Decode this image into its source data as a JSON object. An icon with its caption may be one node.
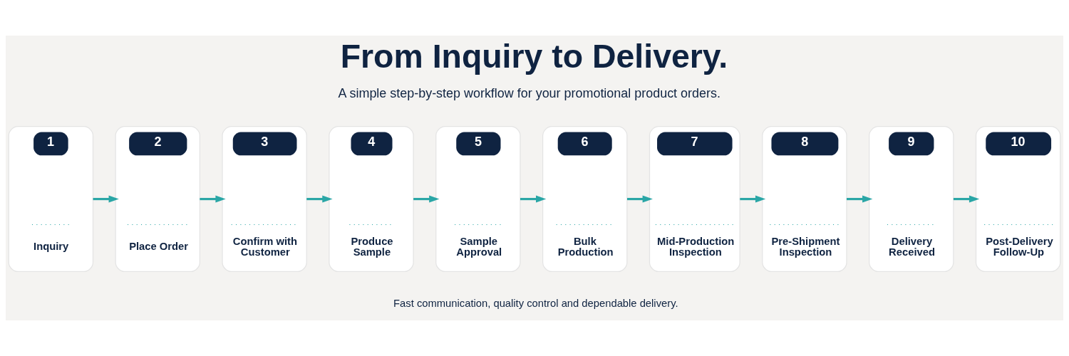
{
  "diagram": {
    "title": "From Inquiry to Delivery.",
    "nodes": [
      {
        "text": [
          "1",
          "Inquiry"
        ]
      },
      {
        "text": [
          "2",
          "Place Order"
        ]
      },
      {
        "text": [
          "3",
          "Confirm with Customer"
        ]
      },
      {
        "text": [
          "4",
          "Produce Sample"
        ]
      },
      {
        "text": [
          "5",
          "Sample Approval"
        ]
      },
      {
        "text": [
          "6",
          "Bulk Production"
        ]
      },
      {
        "text": [
          "7",
          "Mid-Production Inspection"
        ]
      },
      {
        "text": [
          "8",
          "Pre-Shipment Inspection"
        ]
      },
      {
        "text": [
          "9",
          "Delivery Received"
        ]
      },
      {
        "text": [
          "10",
          "Post-Delivery Follow-Up"
        ]
      }
    ],
    "edges": [
      {
        "from": 0,
        "to": 1,
        "arrow": "to"
      },
      {
        "from": 1,
        "to": 2,
        "arrow": "to"
      },
      {
        "from": 2,
        "to": 3,
        "arrow": "to"
      },
      {
        "from": 3,
        "to": 4,
        "arrow": "to"
      },
      {
        "from": 4,
        "to": 5,
        "arrow": "to"
      },
      {
        "from": 5,
        "to": 6,
        "arrow": "to"
      },
      {
        "from": 6,
        "to": 7,
        "arrow": "to"
      },
      {
        "from": 7,
        "to": 8,
        "arrow": "to"
      },
      {
        "from": 8,
        "to": 9,
        "arrow": "to"
      }
    ],
    "labels": [
      "A simple step-by-step workflow for your promotional product orders.",
      "Fast communication, quality control and dependable delivery."
    ]
  }
}
